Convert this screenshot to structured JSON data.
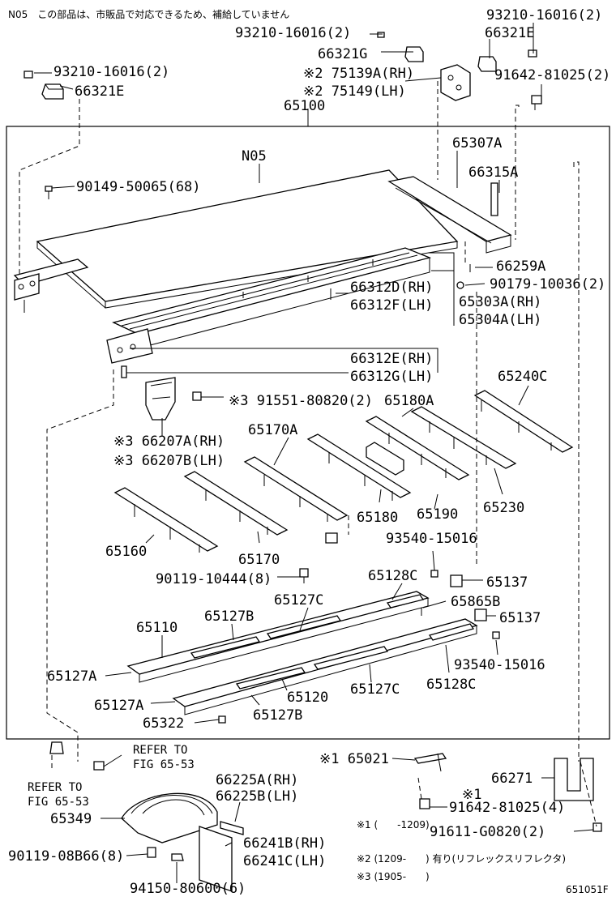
{
  "header_note": "N05　この部品は、市販品で対応できるため、補給していません",
  "labels": {
    "l01": "93210-16016(2)",
    "l02": "93210-16016(2)",
    "l03": "66321E",
    "l04": "66321G",
    "l05": "※2 75139A(RH)",
    "l06": "※2 75149(LH)",
    "l07": "91642-81025(2)",
    "l08": "93210-16016(2)",
    "l09": "66321E",
    "l10": "65100",
    "l11": "N05",
    "l12": "65307A",
    "l13": "90149-50065(68)",
    "l14": "66315A",
    "l15": "66259A",
    "l16": "90179-10036(2)",
    "l17": "66312D(RH)",
    "l18": "66312F(LH)",
    "l19": "65303A(RH)",
    "l20": "65304A(LH)",
    "l21": "66312E(RH)",
    "l22": "66312G(LH)",
    "l23": "※3 91551-80820(2)",
    "l24": "65240C",
    "l25": "65180A",
    "l26": "※3 66207A(RH)",
    "l27": "※3 66207B(LH)",
    "l28": "65170A",
    "l29": "65230",
    "l30": "65180",
    "l31": "65190",
    "l32": "65160",
    "l33": "65170",
    "l34": "93540-15016",
    "l35": "90119-10444(8)",
    "l36": "65128C",
    "l37": "65137",
    "l38": "65127C",
    "l39": "65865B",
    "l40": "65110",
    "l41": "65127B",
    "l42": "65137",
    "l43": "93540-15016",
    "l44": "65127A",
    "l45": "65128C",
    "l46": "65127C",
    "l47": "65127A",
    "l48": "65120",
    "l49": "65322",
    "l50": "65127B",
    "l51": "REFER TO",
    "l52": "FIG 65-53",
    "l53": "※1 65021",
    "l54": "66271",
    "l55": "REFER TO",
    "l56": "FIG 65-53",
    "l57": "66225A(RH)",
    "l58": "66225B(LH)",
    "l59": "65349",
    "l60": "※1",
    "l61": "91642-81025(4)",
    "l62": "66241B(RH)",
    "l63": "66241C(LH)",
    "l64": "91611-G0820(2)",
    "l65": "90119-08B66(8)",
    "l66": "94150-80600(6)"
  },
  "notes": {
    "n1": "※1 (　　-1209)",
    "n2": "※2 (1209-　　) 有り(リフレックスリフレクタ)",
    "n3": "※3 (1905-　　)"
  },
  "figure_code": "651051F"
}
